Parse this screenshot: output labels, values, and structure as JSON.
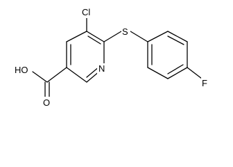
{
  "structure": {
    "atoms": {
      "cl": "Cl",
      "s": "S",
      "n": "N",
      "oh": "HO",
      "o": "O",
      "f": "F"
    }
  }
}
